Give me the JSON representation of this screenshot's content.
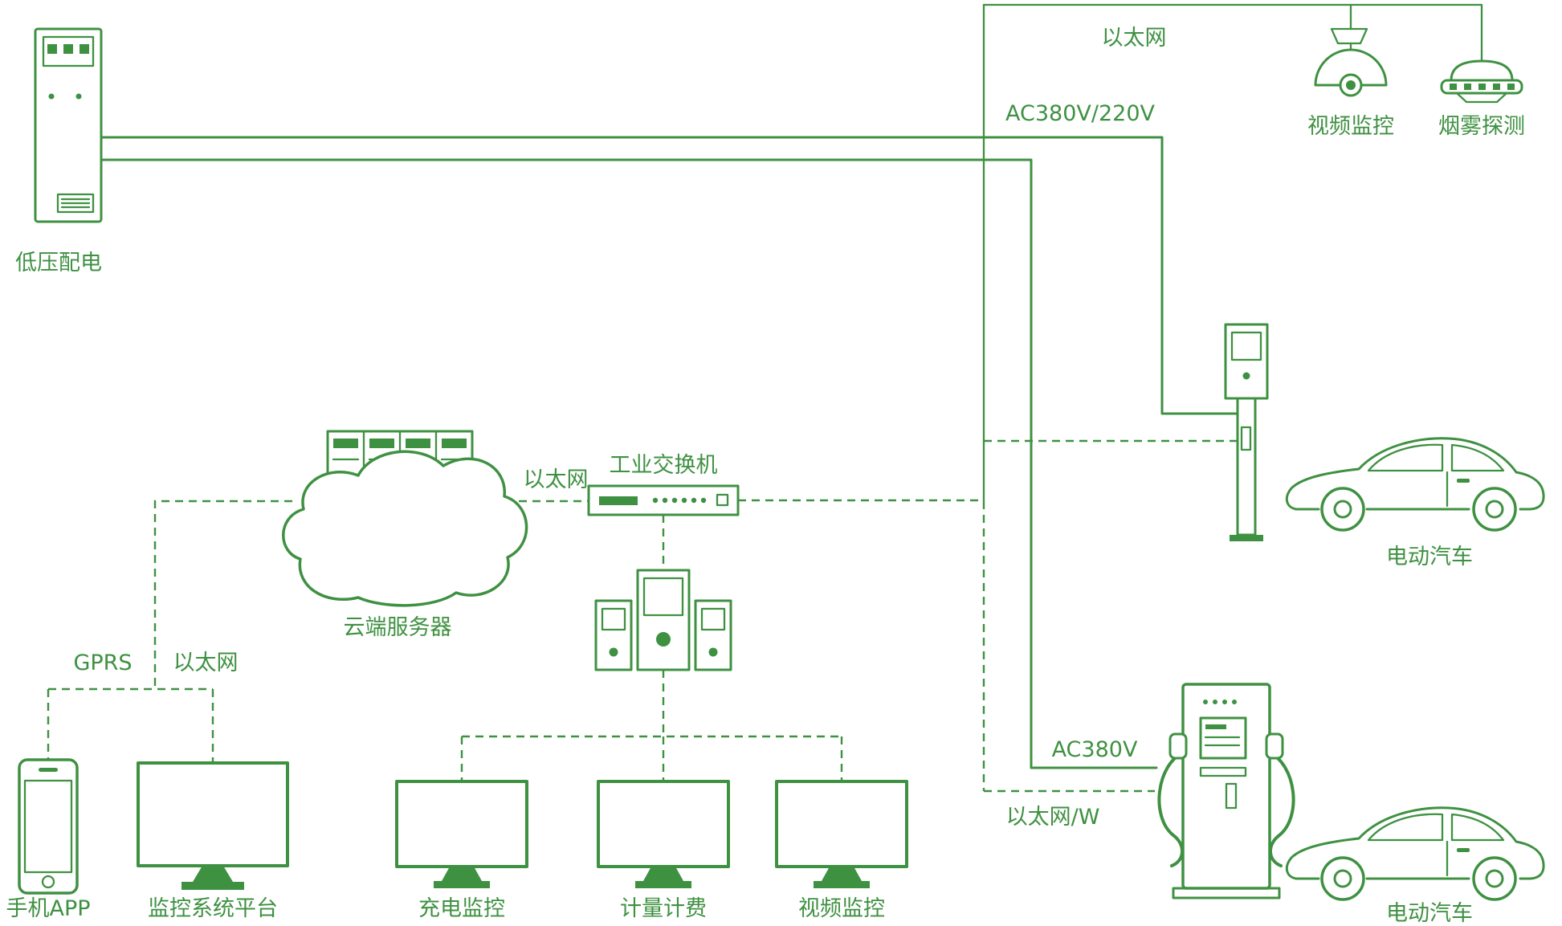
{
  "colors": {
    "green": "#3f9142",
    "background": "#ffffff"
  },
  "nodes": {
    "distribution_cabinet": {
      "label": "低压配电"
    },
    "video_camera": {
      "label": "视频监控"
    },
    "smoke_detector": {
      "label": "烟雾探测"
    },
    "cloud_server": {
      "label": "云端服务器"
    },
    "industrial_switch": {
      "label": "工业交换机"
    },
    "phone": {
      "label": "手机APP"
    },
    "platform": {
      "label": "监控系统平台"
    },
    "charging_monitor": {
      "label": "充电监控"
    },
    "metering_billing": {
      "label": "计量计费"
    },
    "video_monitor": {
      "label": "视频监控"
    },
    "ev_top": {
      "label": "电动汽车"
    },
    "ev_bottom": {
      "label": "电动汽车"
    }
  },
  "connections": {
    "ethernet_top": "以太网",
    "ac380v_220v": "AC380V/220V",
    "ethernet_cloud_switch": "以太网",
    "gprs": "GPRS",
    "ethernet_platform": "以太网",
    "ac380v": "AC380V",
    "ethernet_w": "以太网/W"
  }
}
